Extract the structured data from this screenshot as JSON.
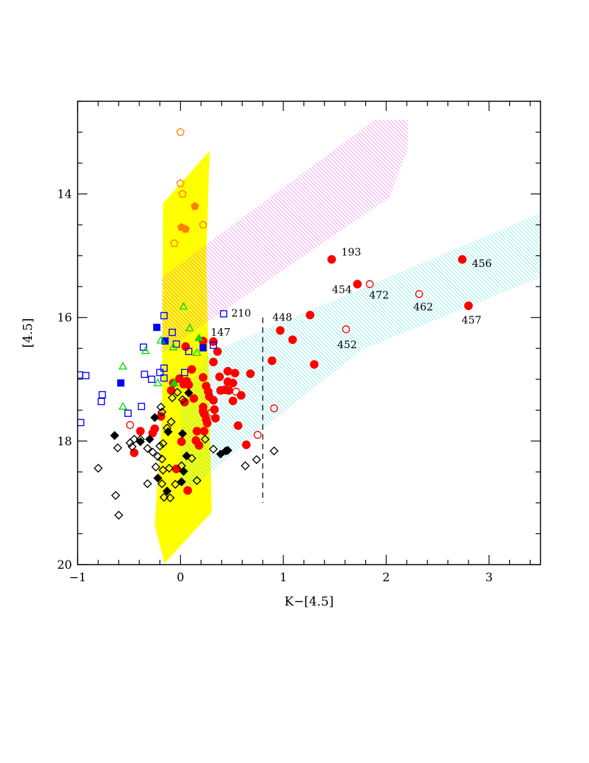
{
  "chart_data": {
    "type": "scatter",
    "title": "",
    "xlabel": "K−[4.5]",
    "ylabel": "[4.5]",
    "xlim": [
      -1,
      3.5
    ],
    "ylim": [
      20,
      12.5
    ],
    "y_inverted": true,
    "grid": false,
    "x_ticks": [
      -1,
      0,
      1,
      2,
      3
    ],
    "x_tick_labels": [
      "−1",
      "0",
      "1",
      "2",
      "3"
    ],
    "y_ticks": [
      14,
      16,
      18,
      20
    ],
    "y_tick_labels": [
      "14",
      "16",
      "18",
      "20"
    ],
    "colors": {
      "yellow": "#ffff00",
      "magenta": "#ee44ee",
      "cyan": "#33dddd",
      "red": "#ff0000",
      "blue": "#0000ff",
      "green": "#00dd00",
      "orange": "#ff8000",
      "black": "#000000"
    },
    "regions": [
      {
        "fill": "solid",
        "color": "#ffff00",
        "points": [
          [
            -0.169,
            14.15
          ],
          [
            0.284,
            13.3
          ],
          [
            0.25,
            15.01
          ],
          [
            0.304,
            19.15
          ],
          [
            -0.155,
            19.98
          ],
          [
            -0.25,
            19.36
          ],
          [
            -0.18,
            17.6
          ]
        ]
      },
      {
        "fill": "hatched",
        "color": "#ee44ee",
        "points": [
          [
            -0.182,
            15.35
          ],
          [
            1.89,
            12.8
          ],
          [
            2.21,
            12.8
          ],
          [
            2.21,
            13.27
          ],
          [
            2.03,
            14.06
          ],
          [
            -0.182,
            16.58
          ]
        ]
      },
      {
        "fill": "hatched",
        "color": "#33dddd",
        "points": [
          [
            0,
            17.37
          ],
          [
            0.27,
            16.58
          ],
          [
            3.5,
            14.31
          ],
          [
            3.5,
            15.35
          ],
          [
            1.76,
            16.53
          ],
          [
            0.91,
            17.65
          ],
          [
            0.1,
            18.78
          ],
          [
            0,
            18.72
          ]
        ]
      }
    ],
    "vertical_dashed_line": {
      "x": 0.8,
      "y_from": 16.0,
      "y_to": 19.0
    },
    "series": [
      {
        "marker": "circle",
        "filled": true,
        "color": "#ff0000",
        "points": [
          [
            1.47,
            15.06
          ],
          [
            2.74,
            15.06
          ],
          [
            1.72,
            15.46
          ],
          [
            2.8,
            15.81
          ],
          [
            1.26,
            15.96
          ],
          [
            0.97,
            16.21
          ],
          [
            1.09,
            16.36
          ],
          [
            0.89,
            16.7
          ],
          [
            1.3,
            16.76
          ],
          [
            0.22,
            16.38
          ],
          [
            0.32,
            16.39
          ],
          [
            0.05,
            16.47
          ],
          [
            0.36,
            16.55
          ],
          [
            0.32,
            16.72
          ],
          [
            0.11,
            16.84
          ],
          [
            0.46,
            16.87
          ],
          [
            0.53,
            16.9
          ],
          [
            0.68,
            16.91
          ],
          [
            0.38,
            16.96
          ],
          [
            0.22,
            16.97
          ],
          [
            -0.01,
            16.99
          ],
          [
            -0.07,
            17.06
          ],
          [
            0.06,
            17.03
          ],
          [
            0.03,
            17.08
          ],
          [
            0.08,
            17.09
          ],
          [
            0.46,
            17.04
          ],
          [
            0.51,
            17.06
          ],
          [
            0.25,
            17.11
          ],
          [
            0.43,
            17.17
          ],
          [
            0.47,
            17.18
          ],
          [
            0.39,
            17.18
          ],
          [
            -0.09,
            17.18
          ],
          [
            0.27,
            17.2
          ],
          [
            0.59,
            17.26
          ],
          [
            0.28,
            17.28
          ],
          [
            0.13,
            17.31
          ],
          [
            0.32,
            17.34
          ],
          [
            0.51,
            17.35
          ],
          [
            0.04,
            17.37
          ],
          [
            0.22,
            17.45
          ],
          [
            0.33,
            17.49
          ],
          [
            0.22,
            17.52
          ],
          [
            0.23,
            17.56
          ],
          [
            -0.19,
            17.6
          ],
          [
            0.34,
            17.63
          ],
          [
            0.25,
            17.65
          ],
          [
            0.26,
            17.71
          ],
          [
            0.56,
            17.75
          ],
          [
            -0.25,
            17.8
          ],
          [
            0.16,
            17.84
          ],
          [
            0.23,
            17.84
          ],
          [
            -0.39,
            17.84
          ],
          [
            -0.27,
            17.87
          ],
          [
            0.01,
            18.01
          ],
          [
            0.15,
            17.99
          ],
          [
            0.18,
            18.07
          ],
          [
            0.64,
            18.06
          ],
          [
            -0.45,
            18.19
          ],
          [
            -0.04,
            18.45
          ],
          [
            0.07,
            18.8
          ]
        ]
      },
      {
        "marker": "circle",
        "filled": false,
        "color": "#ff0000",
        "points": [
          [
            1.84,
            15.46
          ],
          [
            2.32,
            15.62
          ],
          [
            1.61,
            16.19
          ],
          [
            0.91,
            17.47
          ],
          [
            0.75,
            17.9
          ],
          [
            -0.49,
            17.74
          ],
          [
            0.54,
            17.2
          ],
          [
            0.3,
            17.54
          ]
        ]
      },
      {
        "marker": "square",
        "filled": false,
        "color": "#0000ff",
        "points": [
          [
            -0.16,
            15.97
          ],
          [
            -0.08,
            16.24
          ],
          [
            -0.04,
            16.43
          ],
          [
            0.08,
            16.55
          ],
          [
            0.32,
            16.45
          ],
          [
            0.42,
            15.94
          ],
          [
            -0.36,
            16.48
          ],
          [
            -0.98,
            16.93
          ],
          [
            -0.92,
            16.94
          ],
          [
            -0.35,
            16.92
          ],
          [
            -0.28,
            17.0
          ],
          [
            -0.2,
            16.89
          ],
          [
            -0.16,
            16.82
          ],
          [
            -0.16,
            16.98
          ],
          [
            0.04,
            16.89
          ],
          [
            -0.76,
            17.25
          ],
          [
            -0.77,
            17.36
          ],
          [
            -0.38,
            17.44
          ],
          [
            -0.51,
            17.55
          ],
          [
            -0.97,
            17.7
          ]
        ]
      },
      {
        "marker": "square",
        "filled": true,
        "color": "#0000ff",
        "points": [
          [
            -0.23,
            16.16
          ],
          [
            -0.15,
            16.38
          ],
          [
            0.22,
            16.49
          ],
          [
            -0.58,
            17.06
          ]
        ]
      },
      {
        "marker": "triangle",
        "filled": false,
        "color": "#00dd00",
        "points": [
          [
            0.03,
            15.83
          ],
          [
            0.09,
            16.18
          ],
          [
            -0.19,
            16.38
          ],
          [
            -0.07,
            16.49
          ],
          [
            0.16,
            16.58
          ],
          [
            -0.34,
            16.55
          ],
          [
            -0.56,
            16.8
          ],
          [
            -0.22,
            17.07
          ],
          [
            -0.56,
            17.45
          ]
        ]
      },
      {
        "marker": "triangle",
        "filled": true,
        "color": "#00dd00",
        "points": [
          [
            0.18,
            16.34
          ],
          [
            -0.06,
            17.07
          ]
        ]
      },
      {
        "marker": "pentagon",
        "filled": false,
        "color": "#ff8000",
        "points": [
          [
            0.0,
            13.0
          ],
          [
            0.0,
            13.83
          ],
          [
            0.02,
            14.0
          ],
          [
            0.22,
            14.5
          ],
          [
            -0.06,
            14.8
          ]
        ]
      },
      {
        "marker": "pentagon",
        "filled": true,
        "color": "#ff8000",
        "points": [
          [
            0.14,
            14.2
          ],
          [
            0.01,
            14.54
          ],
          [
            0.05,
            14.57
          ]
        ]
      },
      {
        "marker": "diamond",
        "filled": true,
        "color": "#000000",
        "points": [
          [
            0.08,
            17.22
          ],
          [
            -0.25,
            17.62
          ],
          [
            -0.64,
            17.91
          ],
          [
            -0.39,
            18.01
          ],
          [
            -0.3,
            17.97
          ],
          [
            -0.12,
            17.85
          ],
          [
            0.02,
            17.88
          ],
          [
            0.39,
            18.21
          ],
          [
            0.44,
            18.16
          ],
          [
            0.46,
            18.15
          ],
          [
            0.06,
            18.24
          ],
          [
            -0.22,
            18.6
          ],
          [
            0.03,
            18.49
          ],
          [
            0.01,
            18.66
          ],
          [
            -0.13,
            18.81
          ]
        ]
      },
      {
        "marker": "diamond",
        "filled": false,
        "color": "#000000",
        "points": [
          [
            -0.03,
            17.21
          ],
          [
            -0.08,
            17.3
          ],
          [
            0.02,
            17.33
          ],
          [
            -0.19,
            17.45
          ],
          [
            -0.18,
            17.53
          ],
          [
            -0.09,
            17.69
          ],
          [
            -0.13,
            17.79
          ],
          [
            -0.45,
            17.97
          ],
          [
            -0.49,
            18.03
          ],
          [
            -0.39,
            17.97
          ],
          [
            -0.61,
            18.11
          ],
          [
            -0.47,
            18.09
          ],
          [
            -0.32,
            18.12
          ],
          [
            -0.27,
            18.18
          ],
          [
            -0.2,
            18.08
          ],
          [
            -0.17,
            18.04
          ],
          [
            -0.22,
            18.25
          ],
          [
            -0.18,
            18.29
          ],
          [
            -0.24,
            18.42
          ],
          [
            -0.17,
            18.47
          ],
          [
            -0.8,
            18.44
          ],
          [
            -0.32,
            18.69
          ],
          [
            -0.18,
            18.69
          ],
          [
            -0.63,
            18.88
          ],
          [
            -0.16,
            18.91
          ],
          [
            -0.1,
            18.92
          ],
          [
            -0.11,
            18.44
          ],
          [
            -0.05,
            18.7
          ],
          [
            0.16,
            18.64
          ],
          [
            0.11,
            18.28
          ],
          [
            0.24,
            17.97
          ],
          [
            0.32,
            18.13
          ],
          [
            0.01,
            18.4
          ],
          [
            0.63,
            18.4
          ],
          [
            0.74,
            18.3
          ],
          [
            0.91,
            18.16
          ],
          [
            -0.6,
            19.2
          ]
        ]
      }
    ],
    "annotations": [
      {
        "text": "193",
        "x": 1.66,
        "y": 14.94
      },
      {
        "text": "456",
        "x": 2.93,
        "y": 15.13
      },
      {
        "text": "454",
        "x": 1.57,
        "y": 15.55
      },
      {
        "text": "472",
        "x": 1.93,
        "y": 15.64
      },
      {
        "text": "462",
        "x": 2.36,
        "y": 15.83
      },
      {
        "text": "457",
        "x": 2.83,
        "y": 16.04
      },
      {
        "text": "452",
        "x": 1.62,
        "y": 16.44
      },
      {
        "text": "448",
        "x": 0.99,
        "y": 16.0
      },
      {
        "text": "210",
        "x": 0.59,
        "y": 15.93
      },
      {
        "text": "147",
        "x": 0.39,
        "y": 16.24
      }
    ]
  }
}
